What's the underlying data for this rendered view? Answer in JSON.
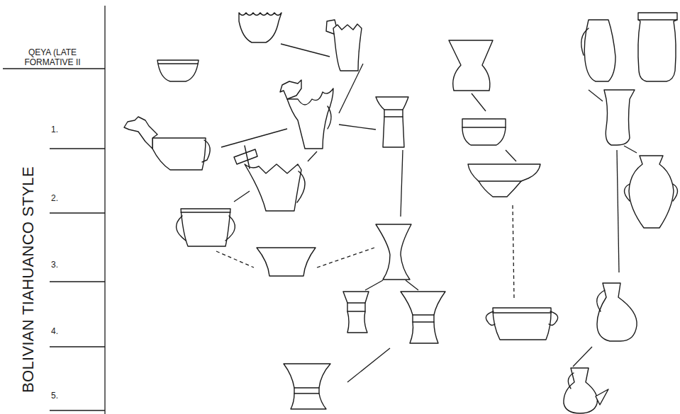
{
  "diagram": {
    "labels": [
      "QEYA (LATE FORMATIVE II",
      "BOLIVIAN TIAHUANCO STYLE",
      "1.",
      "2.",
      "3.",
      "4.",
      "5."
    ]
  }
}
